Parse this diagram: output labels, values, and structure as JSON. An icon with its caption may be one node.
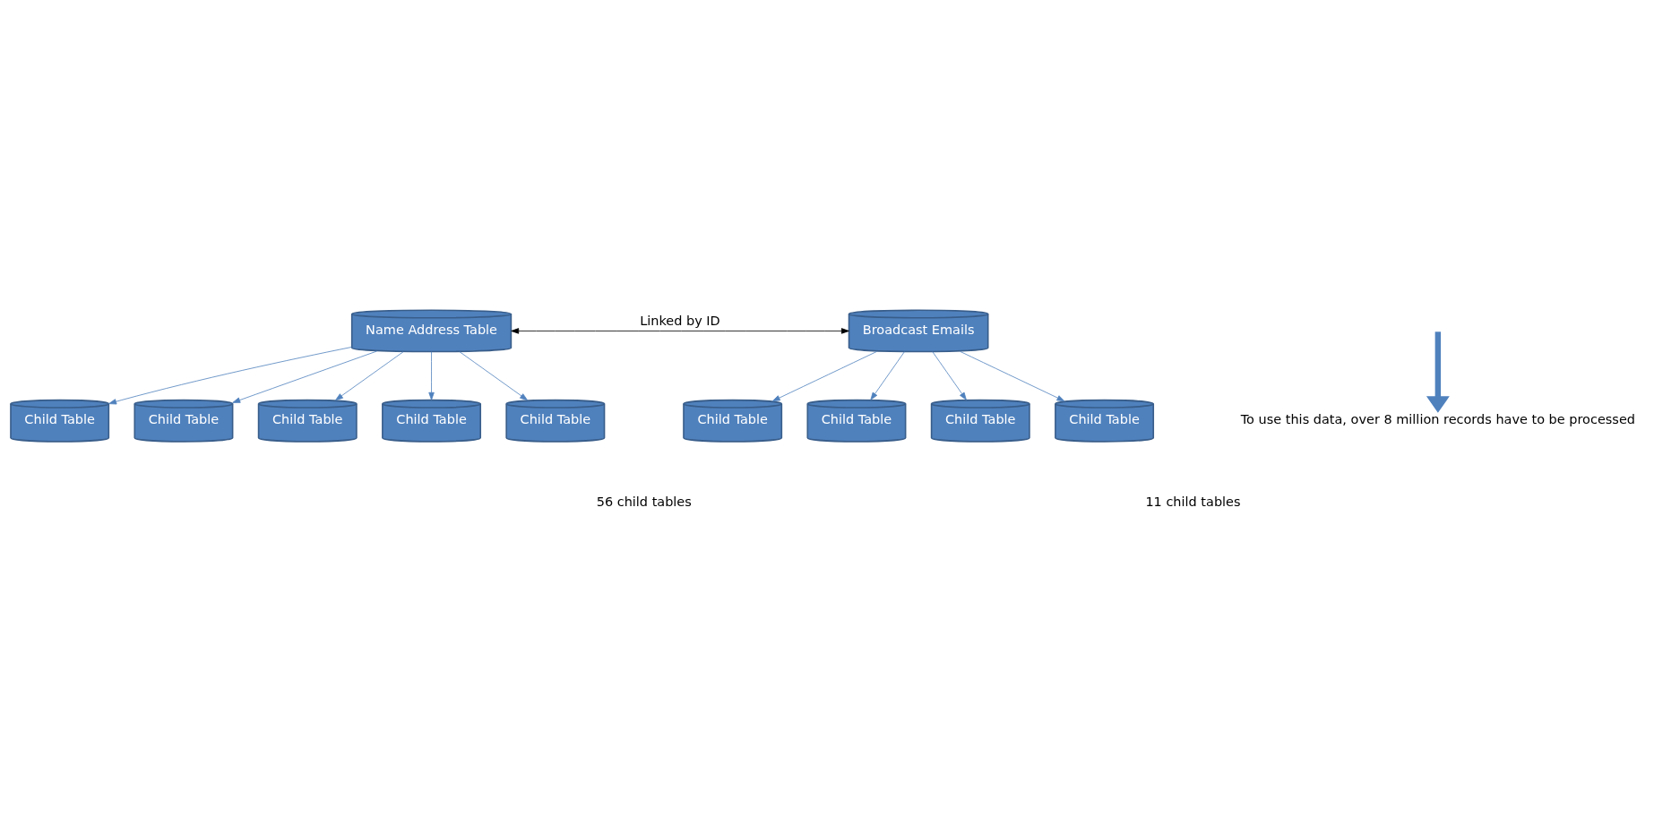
{
  "diagram": {
    "nodes": [
      {
        "text": [
          "Name Address Table"
        ]
      },
      {
        "text": [
          "Child Table"
        ]
      },
      {
        "text": [
          "Child Table"
        ]
      },
      {
        "text": [
          "Child Table"
        ]
      },
      {
        "text": [
          "Child Table"
        ]
      },
      {
        "text": [
          "Child Table"
        ]
      },
      {
        "text": [
          "Broadcast Emails"
        ]
      },
      {
        "text": [
          "Child Table"
        ]
      },
      {
        "text": [
          "Child Table"
        ]
      },
      {
        "text": [
          "Child Table"
        ]
      },
      {
        "text": [
          "Child Table"
        ]
      },
      {
        "text": [
          "To use this data, over 8 million records have to be processed"
        ]
      }
    ],
    "edges": [
      {
        "from": 0,
        "to": 1,
        "arrow": "to"
      },
      {
        "from": 0,
        "to": 2,
        "arrow": "to"
      },
      {
        "from": 0,
        "to": 3,
        "arrow": "to"
      },
      {
        "from": 0,
        "to": 4,
        "arrow": "to"
      },
      {
        "from": 0,
        "to": 5,
        "arrow": "to"
      },
      {
        "from": 0,
        "to": 6,
        "arrow": "both",
        "label": "Linked by ID",
        "color": "#000000"
      },
      {
        "from": 6,
        "to": 7,
        "arrow": "to"
      },
      {
        "from": 6,
        "to": 8,
        "arrow": "to"
      },
      {
        "from": 6,
        "to": 9,
        "arrow": "to"
      },
      {
        "from": 6,
        "to": 10,
        "arrow": "to"
      },
      {
        "from": null,
        "to": 11,
        "arrow": "to",
        "style": "thick"
      }
    ],
    "labels": [
      "56 child tables",
      "11 child tables"
    ]
  }
}
